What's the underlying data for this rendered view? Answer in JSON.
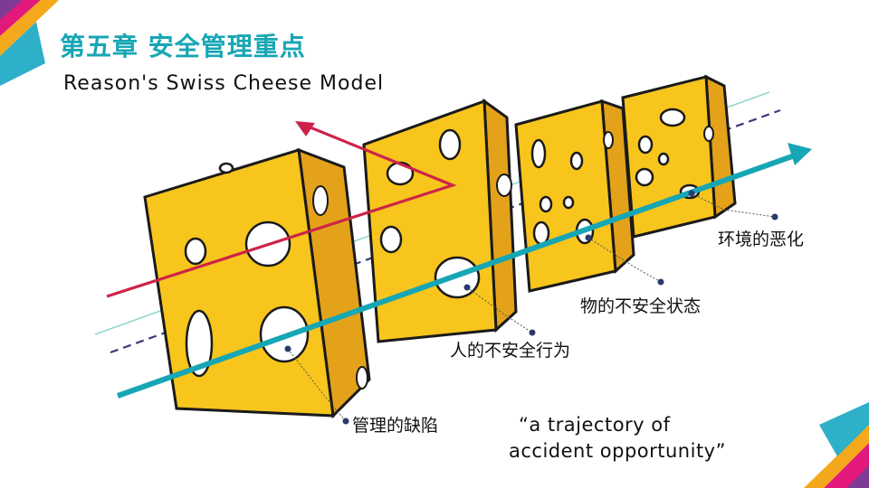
{
  "header": {
    "title": "第五章  安全管理重点",
    "subtitle": "Reason's  Swiss  Cheese  Model"
  },
  "labels": {
    "environment": "环境的恶化",
    "object": "物的不安全状态",
    "human": "人的不安全行为",
    "management": "管理的缺陷"
  },
  "quote": {
    "line1": "“a  trajectory  of",
    "line2": "accident  opportunity”"
  },
  "colors": {
    "accent": "#17a6b4",
    "cheese": "#f7c51c",
    "cheese_side": "#e3a21a",
    "outline": "#1a1a1a",
    "red_arrow": "#cc2449",
    "dashed_line": "#3b3b7a",
    "teal_arrow": "#17a6b4"
  }
}
